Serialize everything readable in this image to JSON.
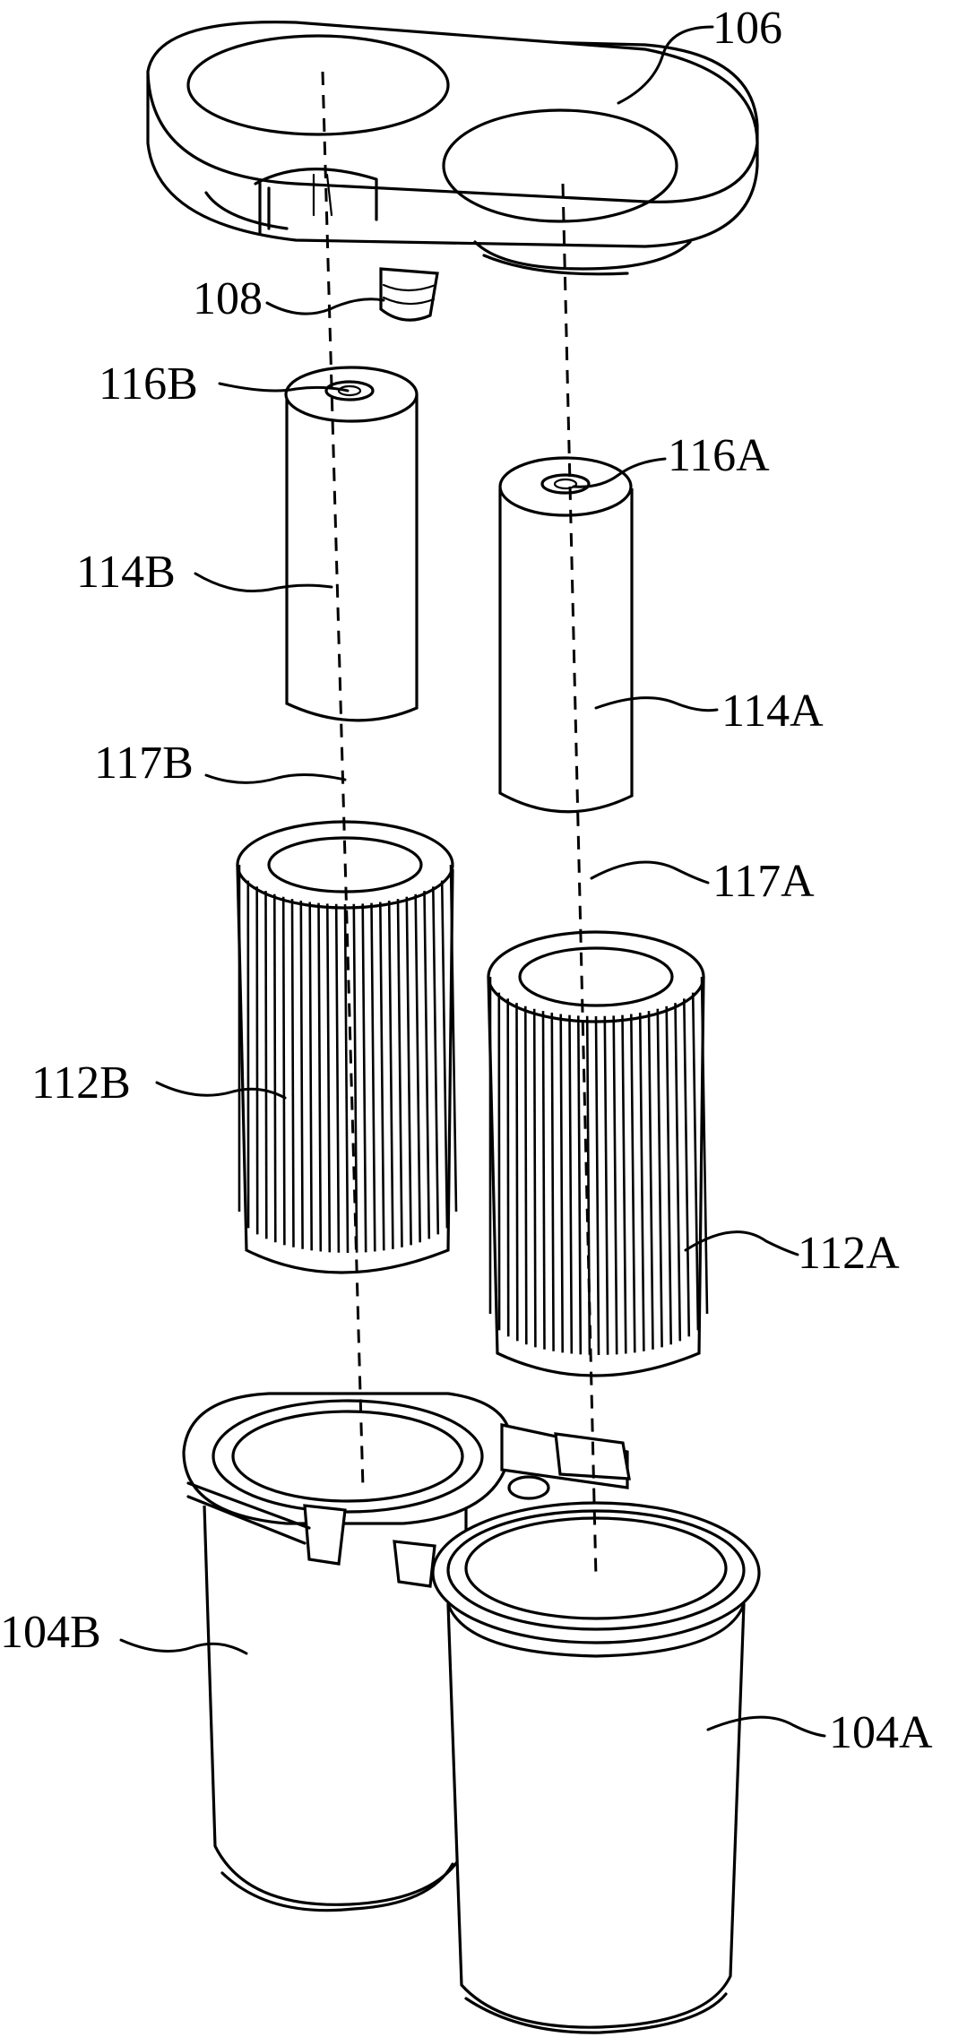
{
  "labels": {
    "106": "106",
    "108": "108",
    "116B": "116B",
    "116A": "116A",
    "114B": "114B",
    "114A": "114A",
    "117B": "117B",
    "117A": "117A",
    "112B": "112B",
    "112A": "112A",
    "104B": "104B",
    "104A": "104A"
  },
  "filter": {
    "rib_count": 24
  }
}
